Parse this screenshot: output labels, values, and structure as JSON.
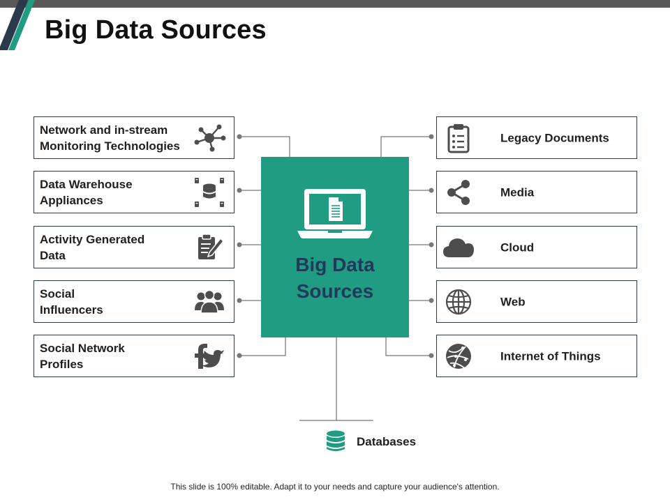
{
  "title": "Big Data Sources",
  "center": {
    "title_line1": "Big Data",
    "title_line2": "Sources",
    "icon": "laptop-document-icon"
  },
  "left_items": [
    {
      "line1": "Network and in-stream",
      "line2": "Monitoring Technologies",
      "icon": "network-nodes-icon"
    },
    {
      "line1": "Data Warehouse",
      "line2": "Appliances",
      "icon": "database-server-icon"
    },
    {
      "line1": "Activity Generated",
      "line2": "Data",
      "icon": "clipboard-pencil-icon"
    },
    {
      "line1": "Social",
      "line2": "Influencers",
      "icon": "people-group-icon"
    },
    {
      "line1": "Social Network",
      "line2": "Profiles",
      "icon": "facebook-twitter-icon"
    }
  ],
  "right_items": [
    {
      "label": "Legacy Documents",
      "icon": "clipboard-list-icon"
    },
    {
      "label": "Media",
      "icon": "share-icon"
    },
    {
      "label": "Cloud",
      "icon": "cloud-icon"
    },
    {
      "label": "Web",
      "icon": "globe-icon"
    },
    {
      "label": "Internet of Things",
      "icon": "iot-globe-icon"
    }
  ],
  "bottom_item": {
    "label": "Databases",
    "icon": "database-icon"
  },
  "footer": "This slide is 100% editable. Adapt it to your needs and capture your audience's attention.",
  "colors": {
    "accent": "#1f9c82",
    "title_dark": "#213a5a",
    "topbar": "#595959",
    "stripe_dark": "#2b3a4a",
    "icon_gray": "#4d4d4d",
    "border": "#2b3a4a"
  }
}
